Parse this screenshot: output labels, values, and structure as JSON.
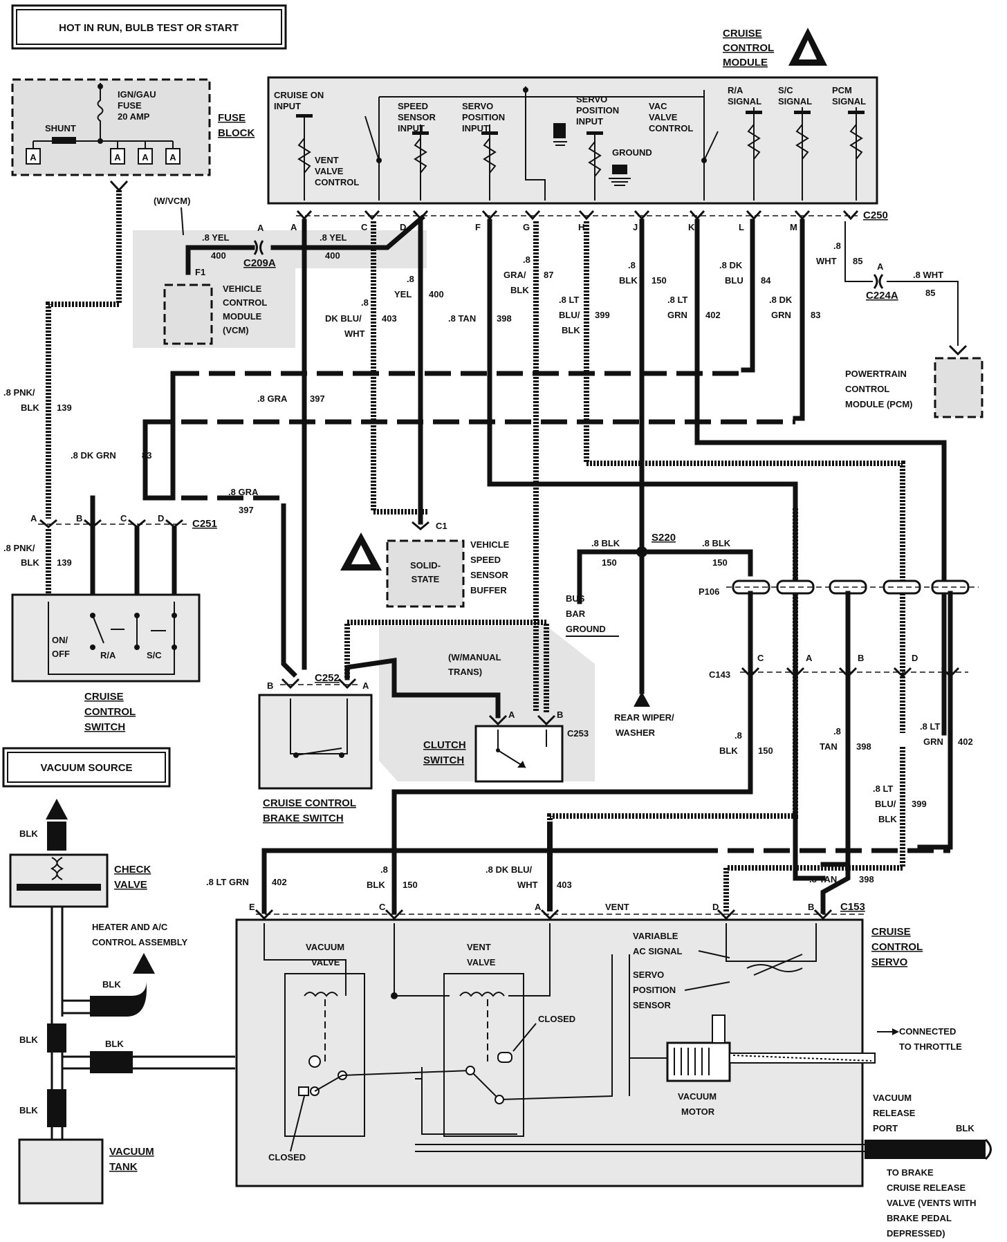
{
  "power_label": "HOT IN RUN, BULB TEST OR START",
  "vacuum_source_label": "VACUUM SOURCE",
  "fuse_block": {
    "title_line1": "FUSE",
    "title_line2": "BLOCK",
    "fuse_line1": "IGN/GAU",
    "fuse_line2": "FUSE",
    "fuse_line3": "20 AMP",
    "shunt": "SHUNT",
    "terminal": "A"
  },
  "cruise_module": {
    "title_line1": "CRUISE",
    "title_line2": "CONTROL",
    "title_line3": "MODULE",
    "cruise_on_line1": "CRUISE ON",
    "cruise_on_line2": "INPUT",
    "vent_line1": "VENT",
    "vent_line2": "VALVE",
    "vent_line3": "CONTROL",
    "speed_line1": "SPEED",
    "speed_line2": "SENSOR",
    "speed_line3": "INPUT",
    "servo_line1": "SERVO",
    "servo_line2": "POSITION",
    "servo_line3": "INPUT",
    "servo2_line1": "SERVO",
    "servo2_line2": "POSITION",
    "servo2_line3": "INPUT",
    "vac_line1": "VAC",
    "vac_line2": "VALVE",
    "vac_line3": "CONTROL",
    "ground": "GROUND",
    "ra_line1": "R/A",
    "ra_line2": "SIGNAL",
    "sc_line1": "S/C",
    "sc_line2": "SIGNAL",
    "pcm_line1": "PCM",
    "pcm_line2": "SIGNAL"
  },
  "c250": {
    "name": "C250",
    "pins": [
      "A",
      "C",
      "D",
      "F",
      "G",
      "H",
      "J",
      "K",
      "L",
      "M"
    ]
  },
  "vcm": {
    "tag": "(W/VCM)",
    "line1": "VEHICLE",
    "line2": "CONTROL",
    "line3": "MODULE",
    "line4": "(VCM)",
    "pin": "F1",
    "conn": "C209A",
    "conn_pin": "A"
  },
  "wires": {
    "yel_a": ".8 YEL",
    "yel_a_num": "400",
    "yel_b": ".8 YEL",
    "yel_b_num": "400",
    "pnk_top_1": ".8 PNK/",
    "pnk_top_2": "BLK",
    "pnk_top_num": "139",
    "gra_397a": ".8 GRA",
    "gra_397a_num": "397",
    "dkgrn_83": ".8 DK GRN",
    "dkgrn_83_num": "83",
    "gra_397b": ".8 GRA",
    "gra_397b_num": "397",
    "pnk_bot_1": ".8 PNK/",
    "pnk_bot_2": "BLK",
    "pnk_bot_num": "139",
    "dkblu_1": ".8",
    "dkblu_2": "DK BLU/",
    "dkblu_3": "WHT",
    "dkblu_num": "403",
    "yel400_1": ".8",
    "yel400_2": "YEL",
    "yel400_num": "400",
    "tan398": ".8 TAN",
    "tan398_num": "398",
    "gra87_1": ".8",
    "gra87_2": "GRA/",
    "gra87_3": "BLK",
    "gra87_num": "87",
    "ltblu_1": ".8 LT",
    "ltblu_2": "BLU/",
    "ltblu_3": "BLK",
    "ltblu_num": "399",
    "blk150_1": ".8",
    "blk150_2": "BLK",
    "blk150_num": "150",
    "ltgrn_1": ".8 LT",
    "ltgrn_2": "GRN",
    "ltgrn_num": "402",
    "dkblu84_1": ".8 DK",
    "dkblu84_2": "BLU",
    "dkblu84_num": "84",
    "dkgrn83_1": ".8 DK",
    "dkgrn83_2": "GRN",
    "dkgrn83_num": "83",
    "wht85_1": ".8",
    "wht85_2": "WHT",
    "wht85_num": "85",
    "wht85b": ".8 WHT",
    "wht85b_num": "85",
    "s220_blk_l": ".8 BLK",
    "s220_blk_l_num": "150",
    "s220_blk_r": ".8 BLK",
    "s220_blk_r_num": "150",
    "c143_blk_1": ".8",
    "c143_blk_2": "BLK",
    "c143_blk_num": "150",
    "c143_tan_1": ".8",
    "c143_tan_2": "TAN",
    "c143_tan_num": "398",
    "c143_grn_1": ".8 LT",
    "c143_grn_2": "GRN",
    "c143_grn_num": "402",
    "c143_blu_1": ".8 LT",
    "c143_blu_2": "BLU/",
    "c143_blu_3": "BLK",
    "c143_blu_num": "399",
    "servo_grn": ".8 LT GRN",
    "servo_grn_num": "402",
    "servo_blk_1": ".8",
    "servo_blk_2": "BLK",
    "servo_blk_num": "150",
    "servo_dkblu_1": ".8 DK BLU/",
    "servo_dkblu_2": "WHT",
    "servo_dkblu_num": "403",
    "servo_tan": ".8 TAN",
    "servo_tan_num": "398"
  },
  "c224a": {
    "name": "C224A",
    "pin": "A"
  },
  "pcm": {
    "line1": "POWERTRAIN",
    "line2": "CONTROL",
    "line3": "MODULE (PCM)"
  },
  "c251": {
    "name": "C251",
    "pins": [
      "A",
      "B",
      "C",
      "D"
    ]
  },
  "cruise_switch": {
    "on_off_1": "ON/",
    "on_off_2": "OFF",
    "ra": "R/A",
    "sc": "S/C",
    "title_1": "CRUISE",
    "title_2": "CONTROL",
    "title_3": "SWITCH"
  },
  "buffer": {
    "pin": "C1",
    "inner_1": "SOLID-",
    "inner_2": "STATE",
    "line1": "VEHICLE",
    "line2": "SPEED",
    "line3": "SENSOR",
    "line4": "BUFFER"
  },
  "s220": "S220",
  "bus_bar": {
    "line1": "BUS",
    "line2": "BAR",
    "line3": "GROUND"
  },
  "p106": "P106",
  "c143": {
    "name": "C143",
    "pins": [
      "C",
      "A",
      "B",
      "D"
    ]
  },
  "rear_wiper_1": "REAR WIPER/",
  "rear_wiper_2": "WASHER",
  "c252": {
    "name": "C252",
    "pin_b": "B",
    "pin_a": "A"
  },
  "brake_switch_1": "CRUISE CONTROL",
  "brake_switch_2": "BRAKE SWITCH",
  "clutch": {
    "tag_1": "(W/MANUAL",
    "tag_2": "TRANS)",
    "line1": "CLUTCH",
    "line2": "SWITCH",
    "pin_a": "A",
    "pin_b": "B",
    "conn": "C253"
  },
  "vacuum_side": {
    "blk": "BLK",
    "check_1": "CHECK",
    "check_2": "VALVE",
    "heater_1": "HEATER AND A/C",
    "heater_2": "CONTROL ASSEMBLY",
    "tank_1": "VACUUM",
    "tank_2": "TANK"
  },
  "c153": {
    "name": "C153",
    "pins": [
      "E",
      "C",
      "A",
      "D",
      "B"
    ],
    "vent": "VENT"
  },
  "servo": {
    "title_1": "CRUISE",
    "title_2": "CONTROL",
    "title_3": "SERVO",
    "vacuum_valve_1": "VACUUM",
    "vacuum_valve_2": "VALVE",
    "vent_valve_1": "VENT",
    "vent_valve_2": "VALVE",
    "closed": "CLOSED",
    "variable_1": "VARIABLE",
    "variable_2": "AC SIGNAL",
    "servo_pos_1": "SERVO",
    "servo_pos_2": "POSITION",
    "servo_pos_3": "SENSOR",
    "vac_motor_1": "VACUUM",
    "vac_motor_2": "MOTOR",
    "throttle_1": "CONNECTED",
    "throttle_2": "TO THROTTLE",
    "release_1": "VACUUM",
    "release_2": "RELEASE",
    "release_3": "PORT",
    "release_blk": "BLK",
    "brake_1": "TO BRAKE",
    "brake_2": "CRUISE RELEASE",
    "brake_3": "VALVE (VENTS WITH",
    "brake_4": "BRAKE PEDAL",
    "brake_5": "DEPRESSED)"
  }
}
